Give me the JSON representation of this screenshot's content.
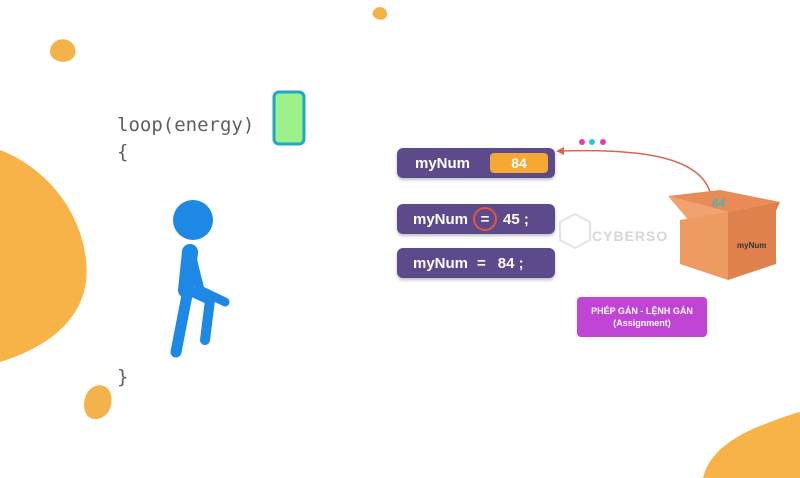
{
  "code": {
    "loop_line": "loop(energy)",
    "open_brace": "{",
    "close_brace": "}"
  },
  "assignments": {
    "top": {
      "var": "myNum",
      "value": "84"
    },
    "mid": {
      "var": "myNum",
      "op": "=",
      "value": "45 ;"
    },
    "bottom": {
      "var": "myNum",
      "op": "=",
      "value": "84 ;"
    }
  },
  "box": {
    "value": "84",
    "label": "myNum"
  },
  "caption": {
    "line1": "PHÉP GÁN - LỆNH GÁN",
    "line2": "(Assignment)"
  },
  "watermark": "CYBERSO",
  "colors": {
    "accent_orange": "#f5b042",
    "pill_purple": "#5d4a8c",
    "value_orange": "#f5a833",
    "caption_magenta": "#c145d4",
    "walker_blue": "#1e88e5",
    "battery_green": "#9bf08a",
    "battery_border": "#1fa7c9"
  }
}
